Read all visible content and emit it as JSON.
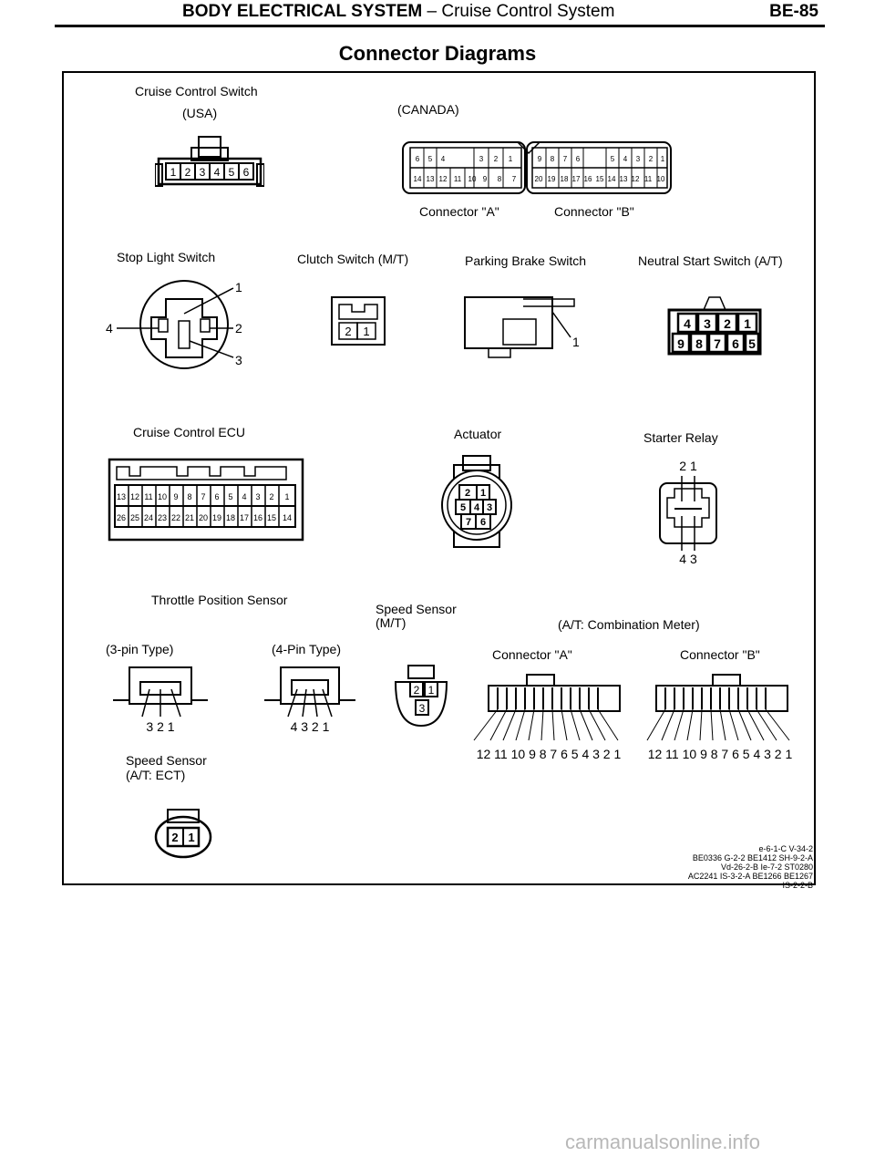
{
  "header": {
    "section": "BODY ELECTRICAL SYSTEM",
    "dash": " – ",
    "topic": "Cruise Control System",
    "page": "BE-85"
  },
  "title": "Connector Diagrams",
  "components": {
    "cruise_switch": {
      "label": "Cruise Control Switch",
      "usa": "(USA)",
      "canada": "(CANADA)",
      "usa_pins": [
        "1",
        "2",
        "3",
        "4",
        "5",
        "6"
      ],
      "conn_a": "Connector \"A\"",
      "conn_b": "Connector \"B\"",
      "a_top": [
        "6",
        "5",
        "4",
        "",
        "3",
        "2",
        "1"
      ],
      "a_bot": [
        "14",
        "13",
        "12",
        "11",
        "10",
        "9",
        "8",
        "7"
      ],
      "b_top": [
        "9",
        "8",
        "7",
        "6",
        "",
        "5",
        "4",
        "3",
        "2",
        "1"
      ],
      "b_bot": [
        "20",
        "19",
        "18",
        "17",
        "16",
        "15",
        "14",
        "13",
        "12",
        "11",
        "10"
      ]
    },
    "stop_light": {
      "label": "Stop Light Switch",
      "pins": [
        "1",
        "2",
        "3",
        "4"
      ]
    },
    "clutch": {
      "label": "Clutch Switch (M/T)",
      "pins": [
        "2",
        "1"
      ]
    },
    "parking_brake": {
      "label": "Parking Brake Switch",
      "pin": "1"
    },
    "neutral_start": {
      "label": "Neutral Start Switch (A/T)",
      "top": [
        "4",
        "3",
        "2",
        "1"
      ],
      "bot": [
        "9",
        "8",
        "7",
        "6",
        "5"
      ]
    },
    "ecu": {
      "label": "Cruise Control ECU",
      "top": [
        "13",
        "12",
        "11",
        "10",
        "9",
        "8",
        "7",
        "6",
        "5",
        "4",
        "3",
        "2",
        "1"
      ],
      "bot": [
        "26",
        "25",
        "24",
        "23",
        "22",
        "21",
        "20",
        "19",
        "18",
        "17",
        "16",
        "15",
        "14"
      ]
    },
    "actuator": {
      "label": "Actuator",
      "pins": [
        "2",
        "1",
        "5",
        "4",
        "3",
        "7",
        "6"
      ]
    },
    "starter_relay": {
      "label": "Starter Relay",
      "top": "2  1",
      "bot": "4  3"
    },
    "tps": {
      "label": "Throttle Position Sensor",
      "three": "(3-pin Type)",
      "four": "(4-Pin Type)",
      "three_pins": "3  2  1",
      "four_pins": "4  3  2  1"
    },
    "speed_mt": {
      "label": "Speed Sensor",
      "sub": "(M/T)",
      "pins": [
        "2",
        "1",
        "3"
      ]
    },
    "combination": {
      "label": "(A/T: Combination Meter)",
      "conn_a": "Connector \"A\"",
      "conn_b": "Connector \"B\"",
      "pins": "12 11 10  9  8  7  6  5  4  3  2  1"
    },
    "speed_ect": {
      "label": "Speed Sensor",
      "sub": "(A/T: ECT)",
      "pins": [
        "2",
        "1"
      ]
    }
  },
  "refs": [
    "e-6-1-C V-34-2",
    "BE0336 G-2-2 BE1412 SH-9-2-A",
    "Vd-26-2-B Ie-7-2 ST0280",
    "AC2241 IS-3-2-A BE1266 BE1267",
    "IS-2-2-B"
  ],
  "watermark": "carmanualsonline.info"
}
